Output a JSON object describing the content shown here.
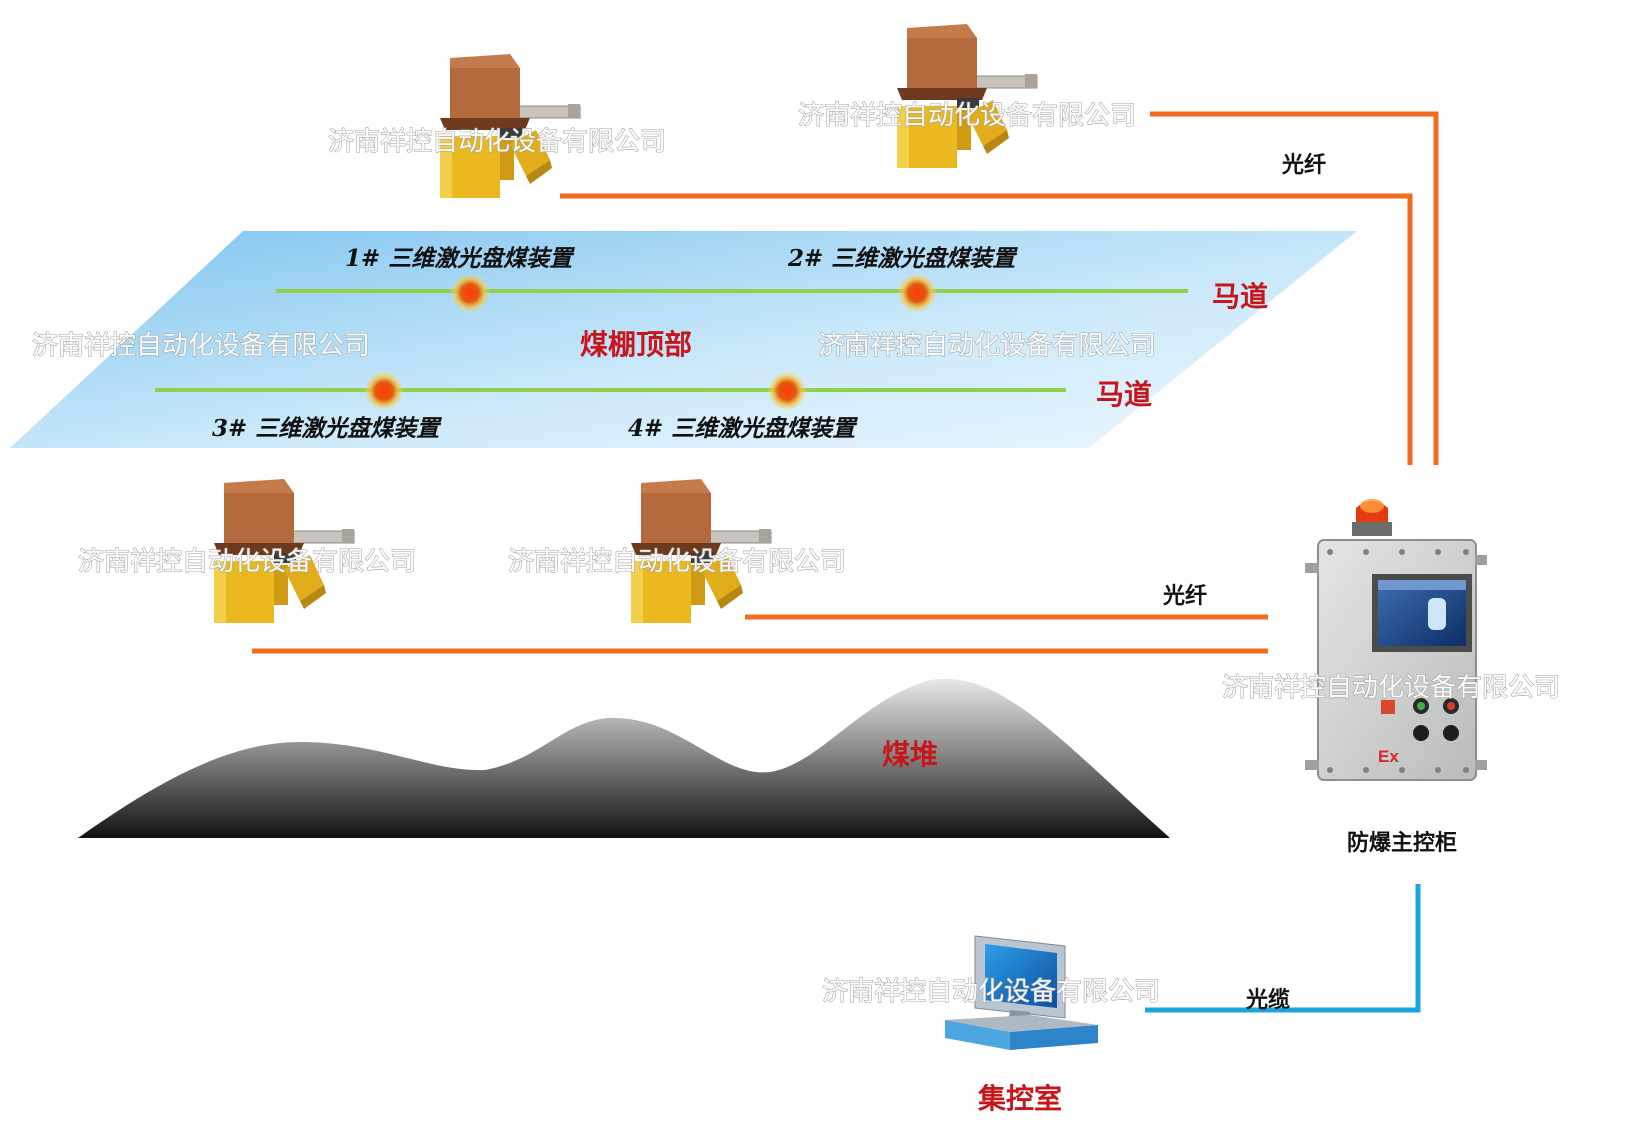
{
  "title": "煤棚顶部",
  "labels": {
    "walkway_1": "马道",
    "walkway_2": "马道",
    "coal_pile": "煤堆",
    "control_cabinet": "防爆主控柜",
    "control_room": "集控室",
    "fiber_top": "光纤",
    "fiber_bottom": "光纤",
    "optical_cable": "光缆",
    "ex_mark": "Ex"
  },
  "devices": [
    {
      "label": "1# 三维激光盘煤装置"
    },
    {
      "label": "2# 三维激光盘煤装置"
    },
    {
      "label": "3# 三维激光盘煤装置"
    },
    {
      "label": "4# 三维激光盘煤装置"
    }
  ],
  "watermark": "济南祥控自动化设备有限公司",
  "colors": {
    "fiber": "#f26c1f",
    "cable": "#1aa7e0",
    "walkway": "#8fd14f",
    "label_red": "#c8151b",
    "device_body": "#e6b625",
    "device_top": "#b06a3a",
    "plane": "#a9d9f5"
  }
}
